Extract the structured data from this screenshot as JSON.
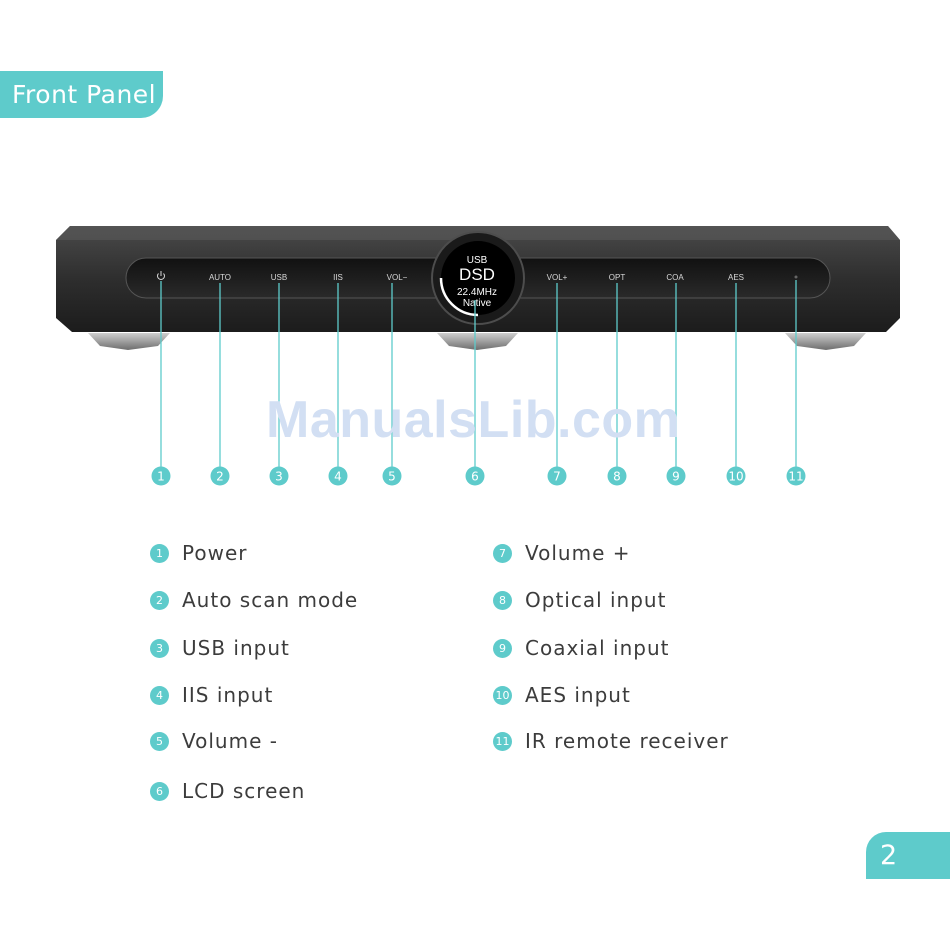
{
  "section_title": "Front Panel",
  "page_number": "2",
  "watermark": "ManualsLib.com",
  "panel_labels": {
    "auto": "AUTO",
    "usb": "USB",
    "iis": "IIS",
    "vol_minus": "VOL−",
    "vol_plus": "VOL+",
    "opt": "OPT",
    "coa": "COA",
    "aes": "AES"
  },
  "lcd": {
    "input": "USB",
    "format": "DSD",
    "rate": "22.4MHz",
    "mode": "Native"
  },
  "callouts": [
    "1",
    "2",
    "3",
    "4",
    "5",
    "6",
    "7",
    "8",
    "9",
    "10",
    "11"
  ],
  "legend": [
    {
      "num": "1",
      "label": "Power"
    },
    {
      "num": "2",
      "label": "Auto scan mode"
    },
    {
      "num": "3",
      "label": "USB input"
    },
    {
      "num": "4",
      "label": "IIS input"
    },
    {
      "num": "5",
      "label": "Volume -"
    },
    {
      "num": "6",
      "label": "LCD screen"
    },
    {
      "num": "7",
      "label": "Volume +"
    },
    {
      "num": "8",
      "label": "Optical input"
    },
    {
      "num": "9",
      "label": "Coaxial input"
    },
    {
      "num": "10",
      "label": "AES input"
    },
    {
      "num": "11",
      "label": "IR remote receiver"
    }
  ],
  "colors": {
    "accent": "#5ecbcb",
    "device": "#2b2b2b",
    "text": "#3c3c3c"
  }
}
